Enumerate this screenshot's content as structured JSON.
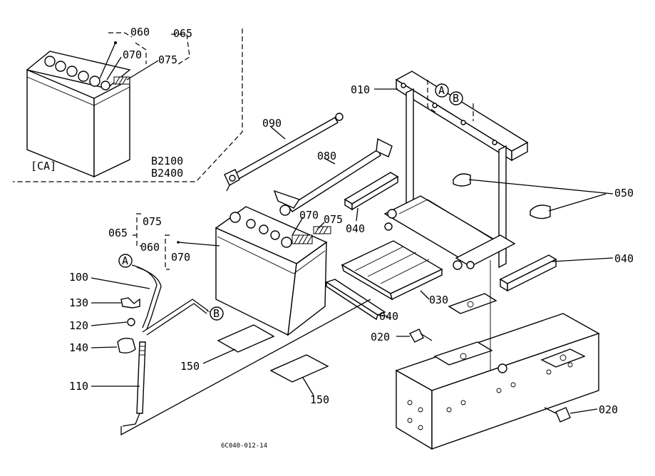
{
  "labels": {
    "p010": "010",
    "p020a": "020",
    "p020b": "020",
    "p030": "030",
    "p040a": "040",
    "p040b": "040",
    "p040c": "040",
    "p050": "050",
    "p060_top": "060",
    "p065_top": "065",
    "p070_top": "070",
    "p075_top": "075",
    "p060_mid": "060",
    "p065_mid": "065",
    "p070_mid": "070",
    "p075_mid": "075",
    "p070_right": "070",
    "p075_right": "075",
    "p080": "080",
    "p090": "090",
    "p100": "100",
    "p110": "110",
    "p120": "120",
    "p130": "130",
    "p140": "140",
    "p150a": "150",
    "p150b": "150",
    "ca": "[CA]",
    "model1": "B2100",
    "model2": "B2400",
    "refA_left": "A",
    "refB_left": "B",
    "refA_top": "A",
    "refB_top": "B",
    "drawing_code": "6C040-012-14"
  }
}
